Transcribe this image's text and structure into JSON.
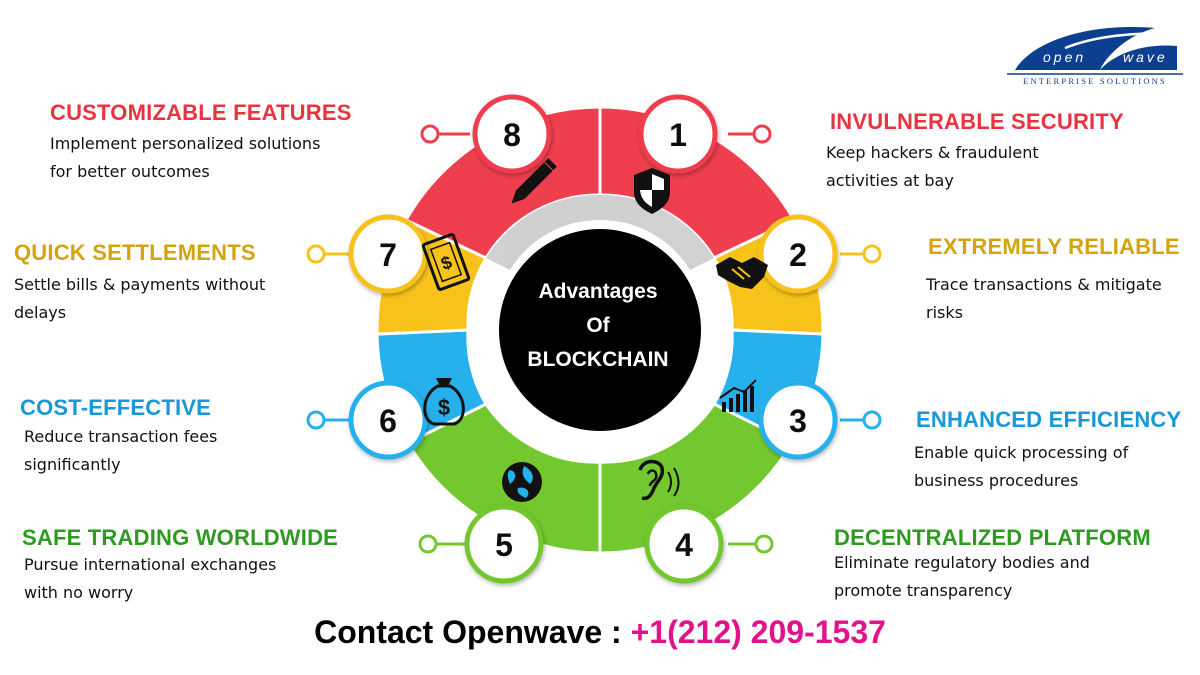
{
  "logo": {
    "word1": "open",
    "word2": "wave",
    "tagline": "ENTERPRISE SOLUTIONS"
  },
  "center": {
    "line1": "Advantages",
    "line2": "Of",
    "line3": "BLOCKCHAIN"
  },
  "colors": {
    "red": "#ef3e4e",
    "yellow": "#f7c21a",
    "blue": "#27b1ec",
    "green": "#73c72f",
    "title_red": "#e9343f",
    "title_yellow": "#d4a40d",
    "title_blue": "#1897d9",
    "title_green": "#2f9a22",
    "phone": "#e0138c",
    "logo_blue": "#0c3f8f"
  },
  "features": [
    {
      "number": "1",
      "icon": "shield-icon",
      "title": "INVULNERABLE SECURITY",
      "desc1": "Keep hackers & fraudulent",
      "desc2": "activities at bay"
    },
    {
      "number": "2",
      "icon": "handshake-icon",
      "title": "EXTREMELY RELIABLE",
      "desc1": "Trace transactions & mitigate",
      "desc2": "risks"
    },
    {
      "number": "3",
      "icon": "bar-chart-icon",
      "title": "ENHANCED EFFICIENCY",
      "desc1": "Enable quick processing of",
      "desc2": "business procedures"
    },
    {
      "number": "4",
      "icon": "ear-icon",
      "title": "DECENTRALIZED PLATFORM",
      "desc1": "Eliminate regulatory bodies and",
      "desc2": "promote transparency"
    },
    {
      "number": "5",
      "icon": "globe-icon",
      "title": "SAFE TRADING WORLDWIDE",
      "desc1": "Pursue international exchanges",
      "desc2": "with no worry"
    },
    {
      "number": "6",
      "icon": "money-bag-icon",
      "title": "COST-EFFECTIVE",
      "desc1": "Reduce transaction fees",
      "desc2": "significantly"
    },
    {
      "number": "7",
      "icon": "banknote-icon",
      "title": "QUICK SETTLEMENTS",
      "desc1": "Settle bills & payments without",
      "desc2": "delays"
    },
    {
      "number": "8",
      "icon": "pencil-icon",
      "title": "CUSTOMIZABLE FEATURES",
      "desc1": "Implement personalized solutions",
      "desc2": "for better outcomes"
    }
  ],
  "contact": {
    "label": "Contact Openwave : ",
    "phone": "+1(212) 209-1537"
  }
}
